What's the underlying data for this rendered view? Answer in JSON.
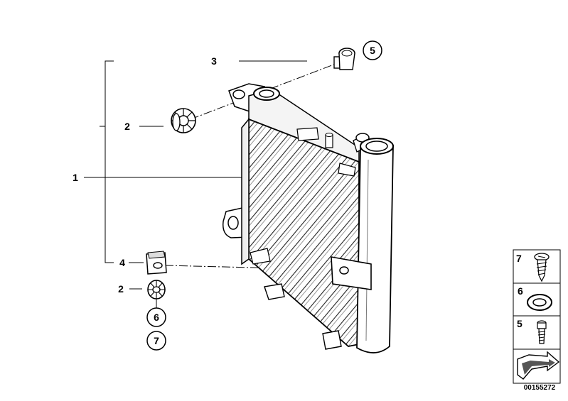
{
  "callouts": {
    "radiator": "1",
    "grommet_top": "2",
    "upper_bracket": "3",
    "grommet_bottom": "2",
    "nut_clip": "4",
    "top_bolt_ref": "5",
    "lower_ref_6": "6",
    "lower_ref_7": "7"
  },
  "legend": {
    "item_7": "7",
    "item_6": "6",
    "item_5": "5"
  },
  "catalog_number": "00155272"
}
